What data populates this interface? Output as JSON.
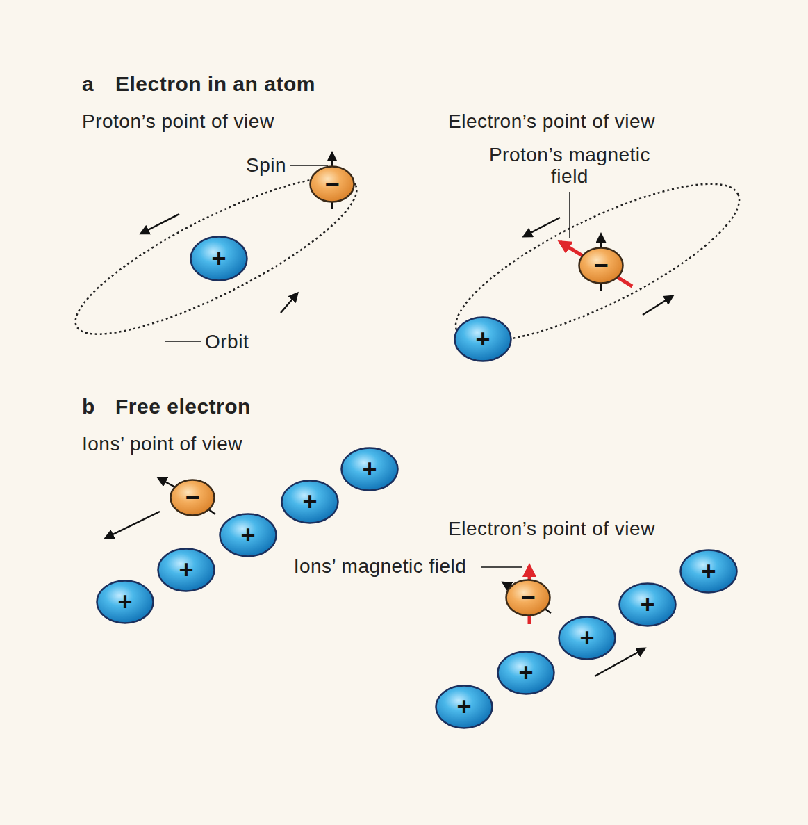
{
  "diagram": {
    "nodes": [
      {
        "text": [
          "−"
        ]
      },
      {
        "text": [
          "+"
        ]
      },
      {
        "text": [
          "−"
        ]
      },
      {
        "text": [
          "+"
        ]
      },
      {
        "text": [
          "−"
        ]
      },
      {
        "text": [
          "+"
        ]
      },
      {
        "text": [
          "+"
        ]
      },
      {
        "text": [
          "+"
        ]
      },
      {
        "text": [
          "+"
        ]
      },
      {
        "text": [
          "+"
        ]
      },
      {
        "text": [
          "−"
        ]
      },
      {
        "text": [
          "+"
        ]
      },
      {
        "text": [
          "+"
        ]
      },
      {
        "text": [
          "+"
        ]
      },
      {
        "text": [
          "+"
        ]
      },
      {
        "text": [
          "+"
        ]
      }
    ],
    "labels": [
      "a",
      "Electron in an atom",
      "Proton’s point of view",
      "Electron’s point of view",
      "Spin",
      "Proton’s magnetic field",
      "Orbit",
      "b",
      "Free electron",
      "Ions’ point of view",
      "Electron’s point of view",
      "Ions’ magnetic field"
    ]
  }
}
